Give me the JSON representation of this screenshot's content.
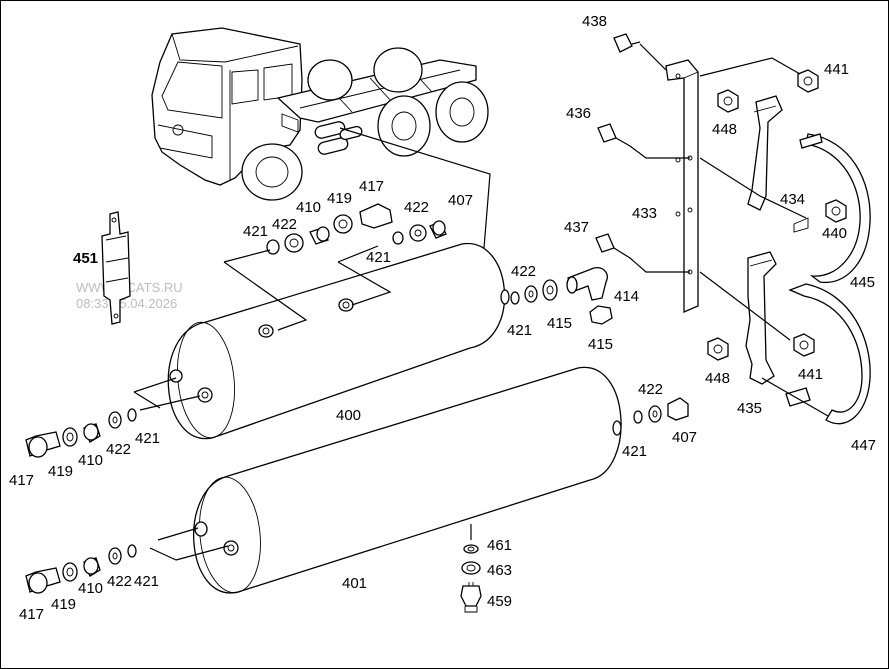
{
  "watermark": {
    "site": "WWW.ILCATS.RU",
    "timestamp": "08:33 15.04.2026"
  },
  "labels": {
    "p400": "400",
    "p401": "401",
    "p407a": "407",
    "p407b": "407",
    "p410a": "410",
    "p410b": "410",
    "p410c": "410",
    "p414": "414",
    "p415a": "415",
    "p415b": "415",
    "p417a": "417",
    "p417b": "417",
    "p417c": "417",
    "p419a": "419",
    "p419b": "419",
    "p419c": "419",
    "p421a": "421",
    "p421b": "421",
    "p421c": "421",
    "p421d": "421",
    "p421e": "421",
    "p421f": "421",
    "p422a": "422",
    "p422b": "422",
    "p422c": "422",
    "p422d": "422",
    "p422e": "422",
    "p422f": "422",
    "p433": "433",
    "p434": "434",
    "p435": "435",
    "p436": "436",
    "p437": "437",
    "p438": "438",
    "p440": "440",
    "p441a": "441",
    "p441b": "441",
    "p445": "445",
    "p447": "447",
    "p448a": "448",
    "p448b": "448",
    "p451": "451",
    "p459": "459",
    "p461": "461",
    "p463": "463"
  }
}
